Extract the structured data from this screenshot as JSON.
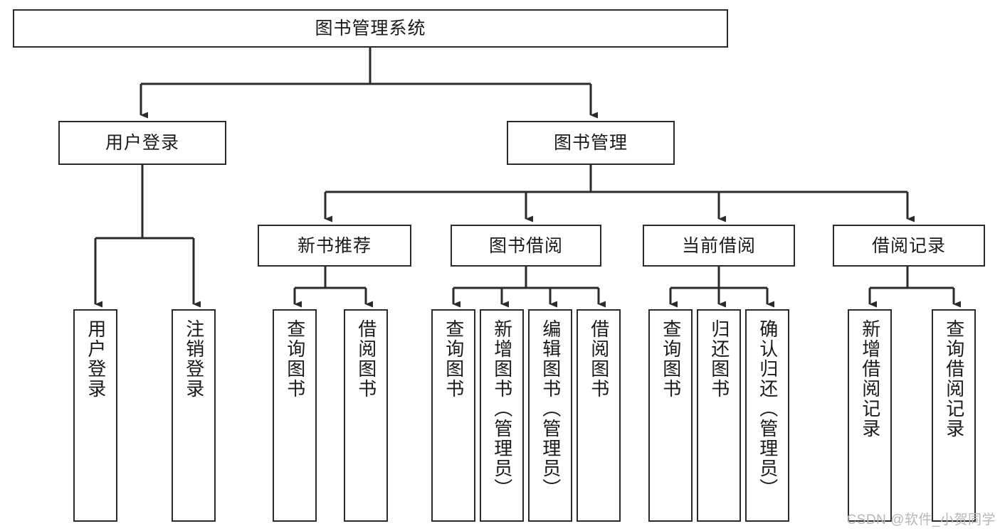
{
  "diagram": {
    "title": "图书管理系统",
    "watermark": "CSDN @软件_小贺同学",
    "colors": {
      "stroke": "#2b2b2b",
      "fill": "#ffffff",
      "text": "#1a1a1a",
      "watermark": "#b6b6b6"
    },
    "nodes": {
      "root": {
        "label": "图书管理系统"
      },
      "level2": [
        {
          "id": "user-login",
          "label": "用户登录"
        },
        {
          "id": "book-manage",
          "label": "图书管理"
        }
      ],
      "level3": [
        {
          "id": "new-book-recommend",
          "label": "新书推荐"
        },
        {
          "id": "book-borrow",
          "label": "图书借阅"
        },
        {
          "id": "current-borrow",
          "label": "当前借阅"
        },
        {
          "id": "borrow-record",
          "label": "借阅记录"
        }
      ],
      "leaves": [
        {
          "id": "leaf-user-login",
          "label": "用户登录",
          "parent": "user-login"
        },
        {
          "id": "leaf-logout-login",
          "label": "注销登录",
          "parent": "user-login"
        },
        {
          "id": "leaf-query-book-1",
          "label": "查询图书",
          "parent": "new-book-recommend"
        },
        {
          "id": "leaf-borrow-book-1",
          "label": "借阅图书",
          "parent": "new-book-recommend"
        },
        {
          "id": "leaf-query-book-2",
          "label": "查询图书",
          "parent": "book-borrow"
        },
        {
          "id": "leaf-add-book",
          "label": "新增图书（管理员）",
          "parent": "book-borrow"
        },
        {
          "id": "leaf-edit-book",
          "label": "编辑图书（管理员）",
          "parent": "book-borrow"
        },
        {
          "id": "leaf-borrow-book-2",
          "label": "借阅图书",
          "parent": "book-borrow"
        },
        {
          "id": "leaf-query-book-3",
          "label": "查询图书",
          "parent": "current-borrow"
        },
        {
          "id": "leaf-return-book",
          "label": "归还图书",
          "parent": "current-borrow"
        },
        {
          "id": "leaf-confirm-return",
          "label": "确认归还（管理员）",
          "parent": "current-borrow"
        },
        {
          "id": "leaf-add-record",
          "label": "新增借阅记录",
          "parent": "borrow-record"
        },
        {
          "id": "leaf-query-record",
          "label": "查询借阅记录",
          "parent": "borrow-record"
        }
      ]
    }
  }
}
